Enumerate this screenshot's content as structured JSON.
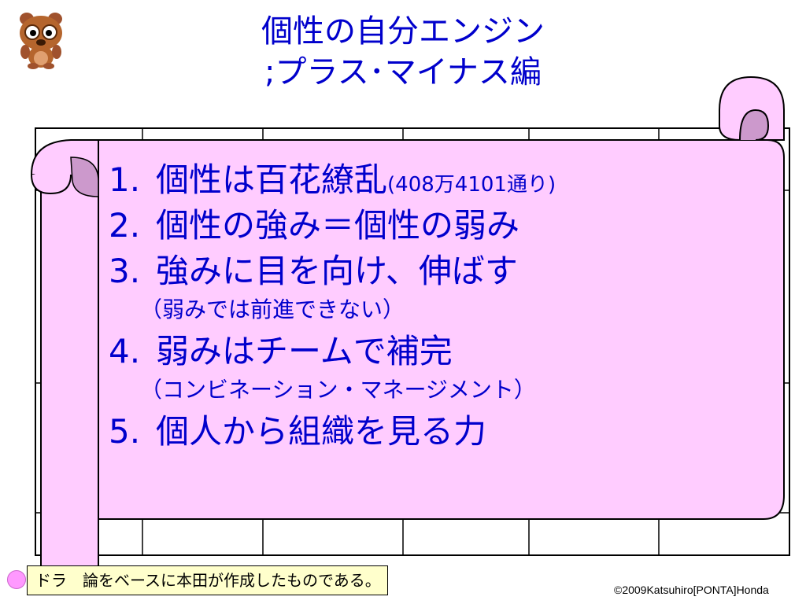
{
  "title": {
    "line1": "個性の自分エンジン",
    "line2": ";プラス･マイナス編"
  },
  "mascot": {
    "icon": "tanuki-mascot-icon"
  },
  "items": [
    {
      "num": "1.",
      "text": "個性は百花繚乱",
      "note": "(408万4101通り)"
    },
    {
      "num": "2.",
      "text": "個性の強み＝個性の弱み"
    },
    {
      "num": "3.",
      "text": "強みに目を向け、伸ばす",
      "sub": "（弱みでは前進できない）"
    },
    {
      "num": "4.",
      "text": "弱みはチームで補完",
      "sub": "（コンビネーション・マネージメント）"
    },
    {
      "num": "5.",
      "text": "個人から組織を見る力"
    }
  ],
  "footnote": "ドラ　論をベースに本田が作成したものである。",
  "copyright": "©2009Katsuhiro[PONTA]Honda",
  "colors": {
    "text_blue": "#0000cc",
    "scroll_fill": "#ffccff",
    "scroll_curl": "#cc99cc",
    "footnote_bg": "#ffffcc"
  }
}
